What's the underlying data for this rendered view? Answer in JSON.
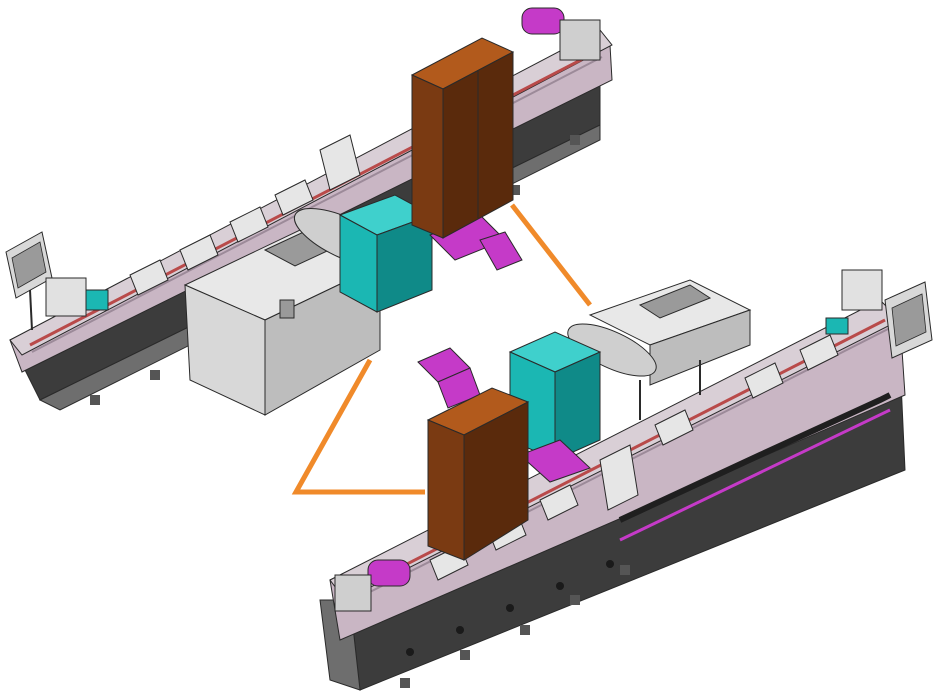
{
  "image": {
    "kind": "isometric CAD rendering, no visible text"
  },
  "palette": {
    "rail_frame": "#c9b6c4",
    "rail_frame_dark": "#9c8a99",
    "rail_top": "#d9cfd6",
    "rail_accent": "#b94a4a",
    "base_dark": "#3c3c3c",
    "base_mid": "#6e6e6e",
    "machine_grey": "#d8d8d8",
    "machine_grey_dark": "#9a9a9a",
    "cabinet_brown": "#7a3a12",
    "cabinet_brown_front": "#5a2a0c",
    "cabinet_brown_top": "#b25a1c",
    "teal_box": "#1bb7b3",
    "teal_box_dark": "#0f8a88",
    "magenta": "#c53ac8",
    "orange_cable": "#f08a2a",
    "outline": "#2a2a2a"
  },
  "parts": [
    {
      "id": "upper-rail-line",
      "label": ""
    },
    {
      "id": "lower-rail-line",
      "label": ""
    },
    {
      "id": "upper-cabinet",
      "label": ""
    },
    {
      "id": "lower-cabinet",
      "label": ""
    },
    {
      "id": "upper-teal-unit",
      "label": ""
    },
    {
      "id": "lower-teal-unit",
      "label": ""
    },
    {
      "id": "upper-carriage",
      "label": ""
    },
    {
      "id": "lower-carriage",
      "label": ""
    },
    {
      "id": "control-panel-left",
      "label": ""
    },
    {
      "id": "control-panel-right",
      "label": ""
    },
    {
      "id": "orange-cable",
      "label": ""
    }
  ]
}
